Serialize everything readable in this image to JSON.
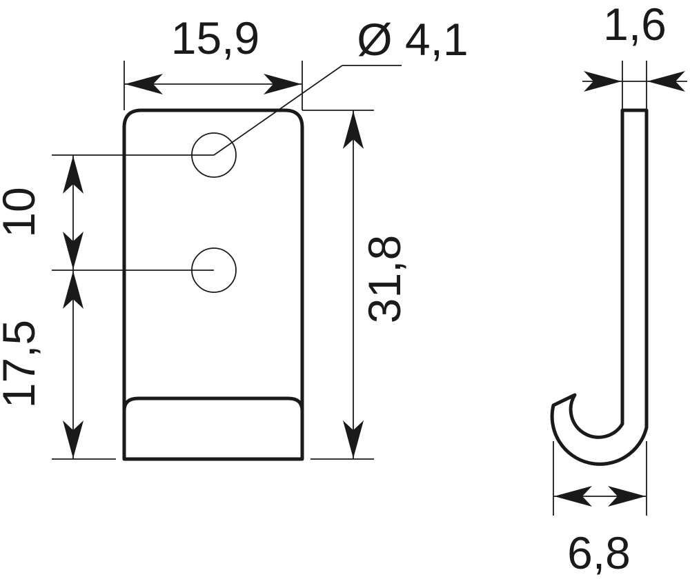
{
  "dimensions": {
    "width": "15,9",
    "hole_diameter": "Ø 4,1",
    "hole_spacing": "10",
    "bottom_to_hole": "17,5",
    "height": "31,8",
    "thickness": "1,6",
    "hook_depth": "6,8"
  },
  "colors": {
    "line": "#1a1a1a",
    "background": "#ffffff"
  }
}
